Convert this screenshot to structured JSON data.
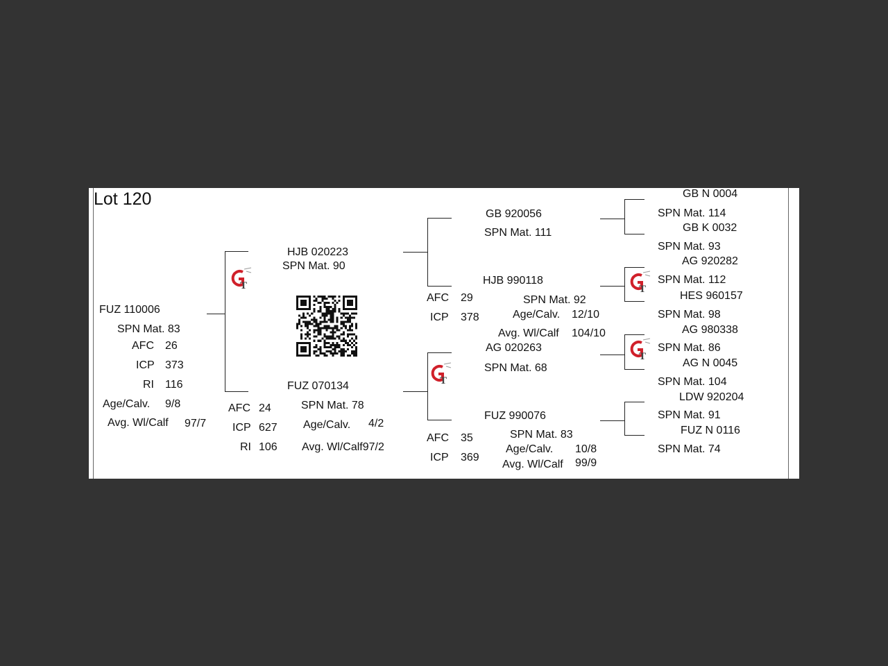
{
  "lot": "Lot 120",
  "subject": {
    "id": "FUZ 110006",
    "spn": "SPN Mat. 83",
    "afc_label": "AFC",
    "afc": "26",
    "icp_label": "ICP",
    "icp": "373",
    "ri_label": "RI",
    "ri": "116",
    "age_label": "Age/Calv.",
    "age": "9/8",
    "wt_label": "Avg. Wl/Calf",
    "wt": "97/7"
  },
  "sire": {
    "id": "HJB 020223",
    "spn": "SPN Mat. 90"
  },
  "dam": {
    "id": "FUZ 070134",
    "spn": "SPN Mat. 78",
    "afc_label": "AFC",
    "afc": "24",
    "icp_label": "ICP",
    "icp": "627",
    "ri_label": "RI",
    "ri": "106",
    "age_label": "Age/Calv.",
    "age": "4/2",
    "wt": "Avg. Wl/Calf97/2"
  },
  "gen2": {
    "ss": {
      "id": "GB  920056",
      "spn": "SPN Mat. 111"
    },
    "sd": {
      "id": "HJB 990118",
      "spn": "SPN Mat. 92",
      "afc_label": "AFC",
      "afc": "29",
      "icp_label": "ICP",
      "icp": "378",
      "age_label": "Age/Calv.",
      "age": "12/10",
      "wt_label": "Avg. Wl/Calf",
      "wt": "104/10"
    },
    "ds": {
      "id": "AG  020263",
      "spn": "SPN Mat. 68"
    },
    "dd": {
      "id": "FUZ 990076",
      "spn": "SPN Mat. 83",
      "afc_label": "AFC",
      "afc": "35",
      "icp_label": "ICP",
      "icp": "369",
      "age_label": "Age/Calv.",
      "age": "10/8",
      "wt_label": "Avg. Wl/Calf",
      "wt": "99/9"
    }
  },
  "gen3": [
    {
      "id": "GB  N 0004",
      "spn": "SPN Mat. 114"
    },
    {
      "id": "GB  K 0032",
      "spn": "SPN Mat. 93"
    },
    {
      "id": "AG  920282",
      "spn": "SPN Mat. 112"
    },
    {
      "id": "HES 960157",
      "spn": "SPN Mat. 98"
    },
    {
      "id": "AG  980338",
      "spn": "SPN Mat. 86"
    },
    {
      "id": "AG  N 0045",
      "spn": "SPN Mat. 104"
    },
    {
      "id": "LDW 920204",
      "spn": "SPN Mat. 91"
    },
    {
      "id": "FUZ N 0116",
      "spn": "SPN Mat. 74"
    }
  ],
  "logo_mark": "GT",
  "brand_colors": {
    "red": "#d0202a",
    "gray": "#888888"
  }
}
